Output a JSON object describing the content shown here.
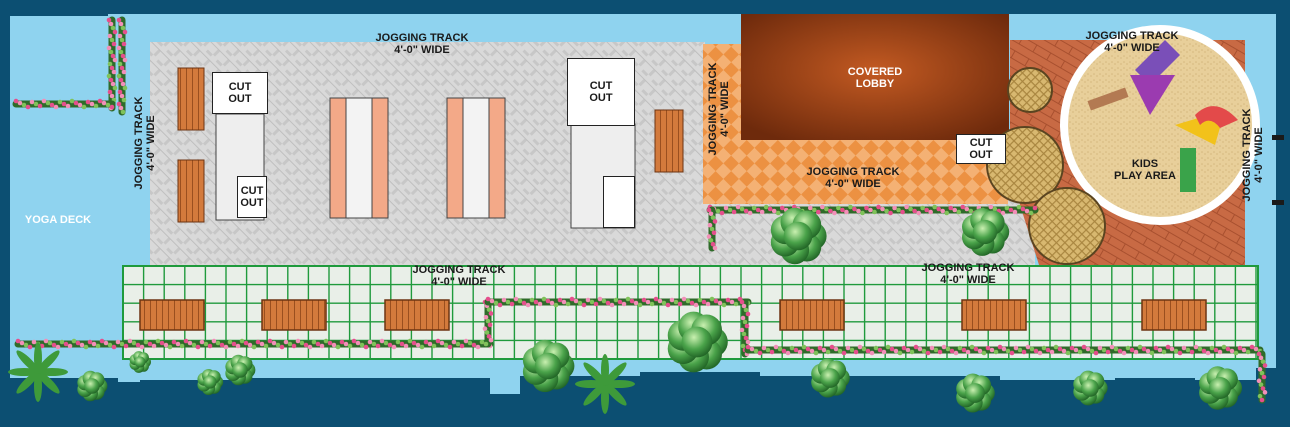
{
  "labels": {
    "yoga_deck": "YOGA DECK",
    "covered_lobby": "COVERED\nLOBBY",
    "kids_play_area": "KIDS\nPLAY AREA",
    "cut_out": "CUT\nOUT",
    "jogging_track": "JOGGING TRACK\n4'-0\" WIDE"
  },
  "colors": {
    "outer_border": "#0c4f72",
    "water_blue": "#8fd3ef",
    "paving_grey": "#d7d7d7",
    "orange_tile": "#f0a35b",
    "lobby_brown": "#8a3a12",
    "grid_green": "#1f9a3c",
    "sand": "#e8cf9a",
    "brick": "#c0653f",
    "salmon": "#f3a988"
  }
}
